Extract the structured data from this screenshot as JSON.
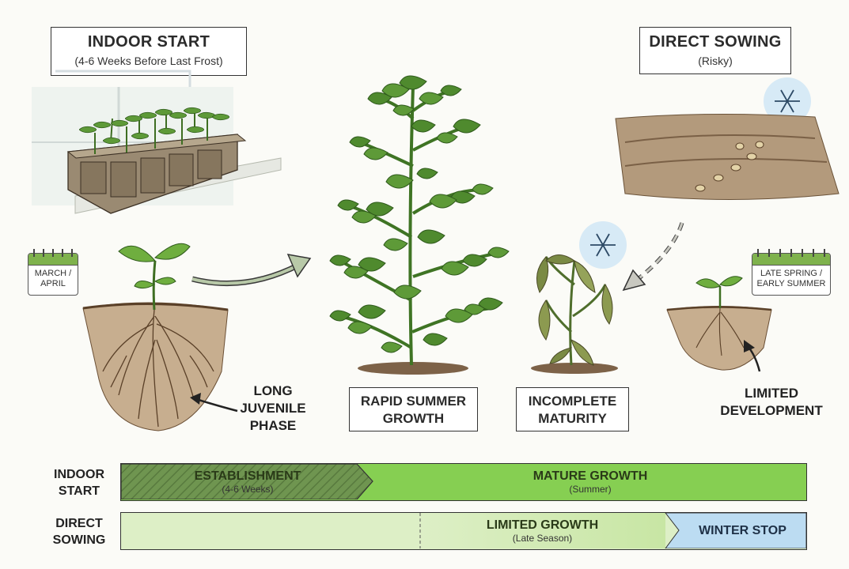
{
  "indoor_box": {
    "title": "INDOOR START",
    "subtitle": "(4-6 Weeks Before Last Frost)"
  },
  "direct_box": {
    "title": "DIRECT SOWING",
    "subtitle": "(Risky)"
  },
  "calendar_left": {
    "line1": "MARCH /",
    "line2": "APRIL"
  },
  "calendar_right": {
    "line1": "LATE SPRING /",
    "line2": "EARLY SUMMER"
  },
  "labels": {
    "juvenile": [
      "LONG",
      "JUVENILE",
      "PHASE"
    ],
    "rapid": [
      "RAPID SUMMER",
      "GROWTH"
    ],
    "incomplete": [
      "INCOMPLETE",
      "MATURITY"
    ],
    "limited": [
      "LIMITED",
      "DEVELOPMENT"
    ]
  },
  "timeline": {
    "indoor": {
      "label": [
        "INDOOR",
        "START"
      ],
      "segments": [
        {
          "title": "ESTABLISHMENT",
          "sub": "(4-6 Weeks)"
        },
        {
          "title": "MATURE GROWTH",
          "sub": "(Summer)"
        }
      ]
    },
    "direct": {
      "label": [
        "DIRECT",
        "SOWING"
      ],
      "segments": [
        {
          "title": "LIMITED GROWTH",
          "sub": "(Late Season)"
        },
        {
          "title": "WINTER STOP",
          "sub": ""
        }
      ]
    }
  },
  "colors": {
    "leaf": "#5e9a38",
    "leaf_dark": "#3f7424",
    "soil": "#8a6a48",
    "bar_green": "#88cf55",
    "bar_light": "#d9ecbf",
    "winter": "#bcdcf2"
  },
  "icons": [
    "snowflake-icon",
    "calendar-icon",
    "arrow-icon",
    "seedling-icon",
    "tomato-plant-icon",
    "seed-tray-icon"
  ]
}
